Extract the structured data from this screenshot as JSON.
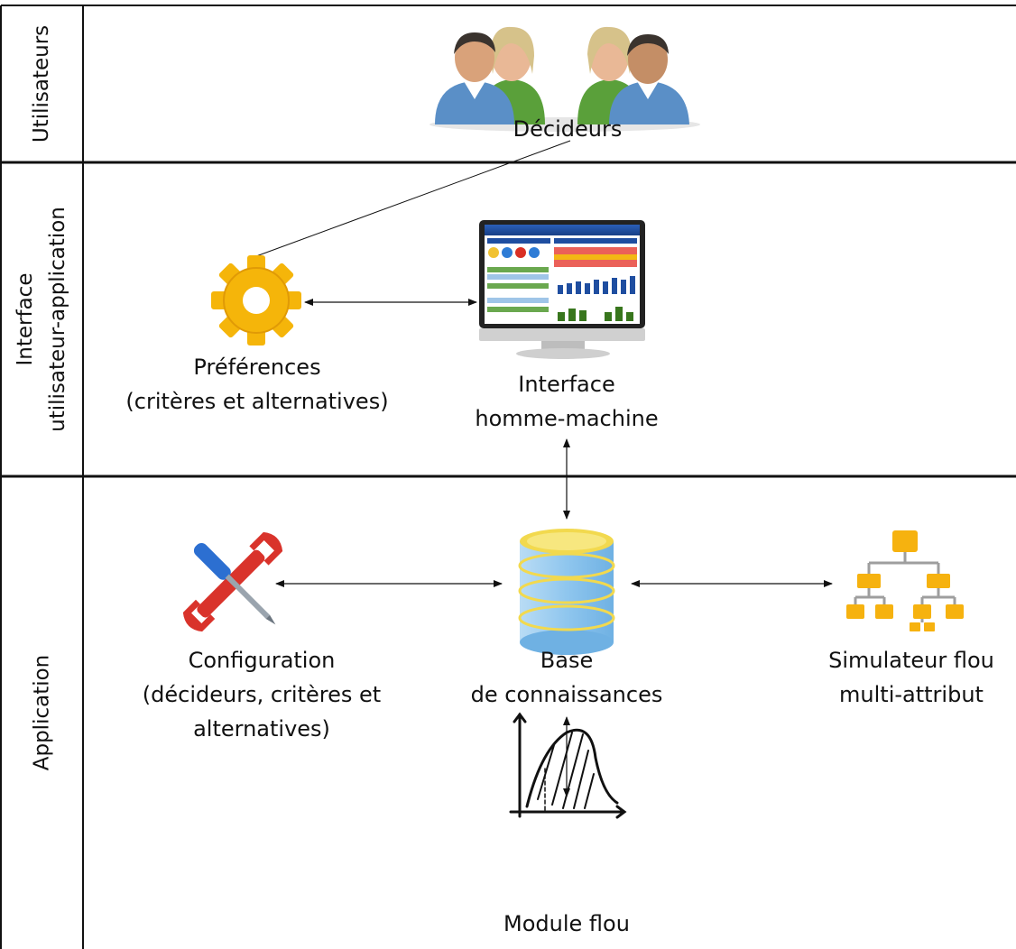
{
  "lanes": {
    "users": {
      "title": "Utilisateurs"
    },
    "interface": {
      "title_line1": "Interface",
      "title_line2": "utilisateur-application"
    },
    "application": {
      "title": "Application"
    }
  },
  "nodes": {
    "decideurs": {
      "label": "Décideurs",
      "icon": "users-group-icon"
    },
    "preferences": {
      "label_line1": "Préférences",
      "label_line2": "(critères et alternatives)",
      "icon": "gear-icon"
    },
    "ihm": {
      "label_line1": "Interface",
      "label_line2": "homme-machine",
      "icon": "monitor-dashboard-icon"
    },
    "configuration": {
      "label_line1": "Configuration",
      "label_line2": "(décideurs, critères et",
      "label_line3": "alternatives)",
      "icon": "wrench-screwdriver-icon"
    },
    "base": {
      "label_line1": "Base",
      "label_line2": "de connaissances",
      "icon": "database-icon"
    },
    "simulateur": {
      "label_line1": "Simulateur flou",
      "label_line2": "multi-attribut",
      "icon": "hierarchy-icon"
    },
    "module": {
      "label": "Module flou",
      "icon": "fuzzy-curve-icon"
    }
  },
  "colors": {
    "gear": "#f5b50a",
    "database": "#8fc6ee",
    "database_band": "#f2d94e",
    "wrench": "#d9332b",
    "screwdriver": "#2c6fd1",
    "hierarchy": "#f6b20f",
    "monitor_screen": "#1f4ea0"
  }
}
